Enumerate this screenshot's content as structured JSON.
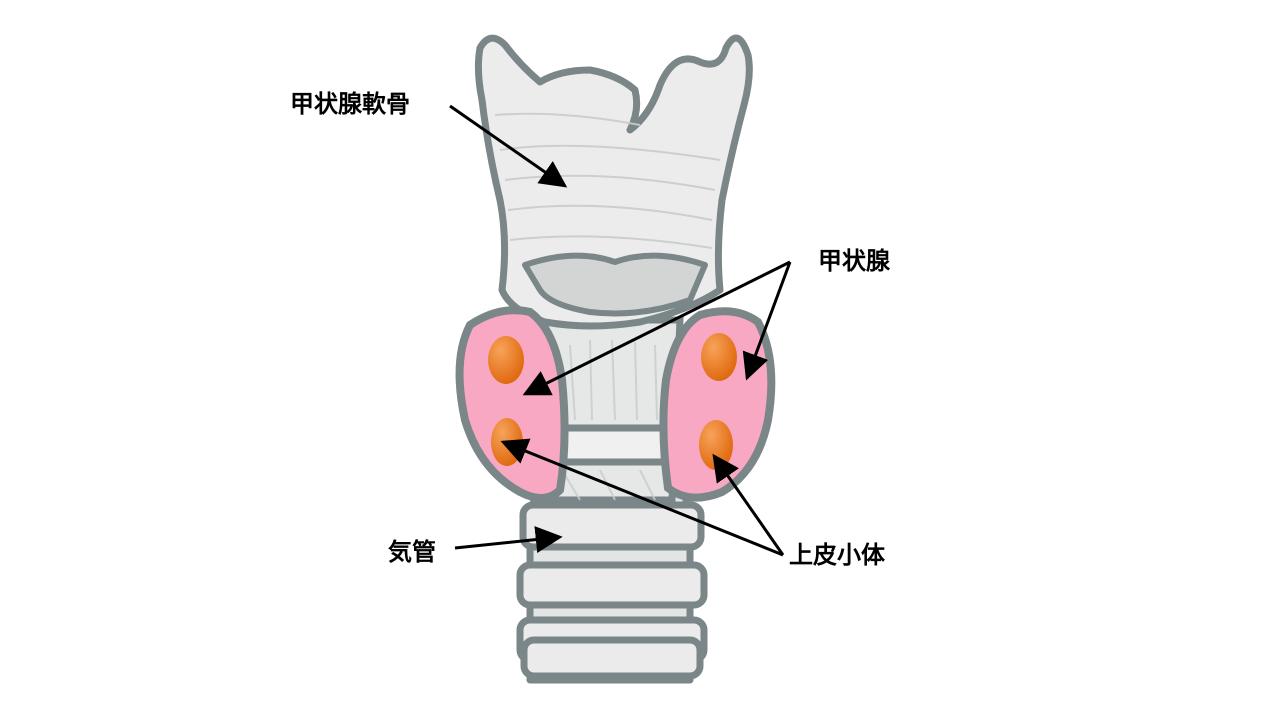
{
  "labels": {
    "thyroid_cartilage": "甲状腺軟骨",
    "thyroid_gland": "甲状腺",
    "parathyroid": "上皮小体",
    "trachea": "気管"
  },
  "colors": {
    "outline": "#7a8688",
    "cartilage": "#ececec",
    "cartilage_shade": "#c9cccc",
    "trachea": "#e3e4e4",
    "trachea_shade": "#b9bdbe",
    "thyroid": "#f8a8c2",
    "parathyroid": "#ee7a1e",
    "parathyroid_highlight": "#f7a35a",
    "arrow": "#000000"
  }
}
